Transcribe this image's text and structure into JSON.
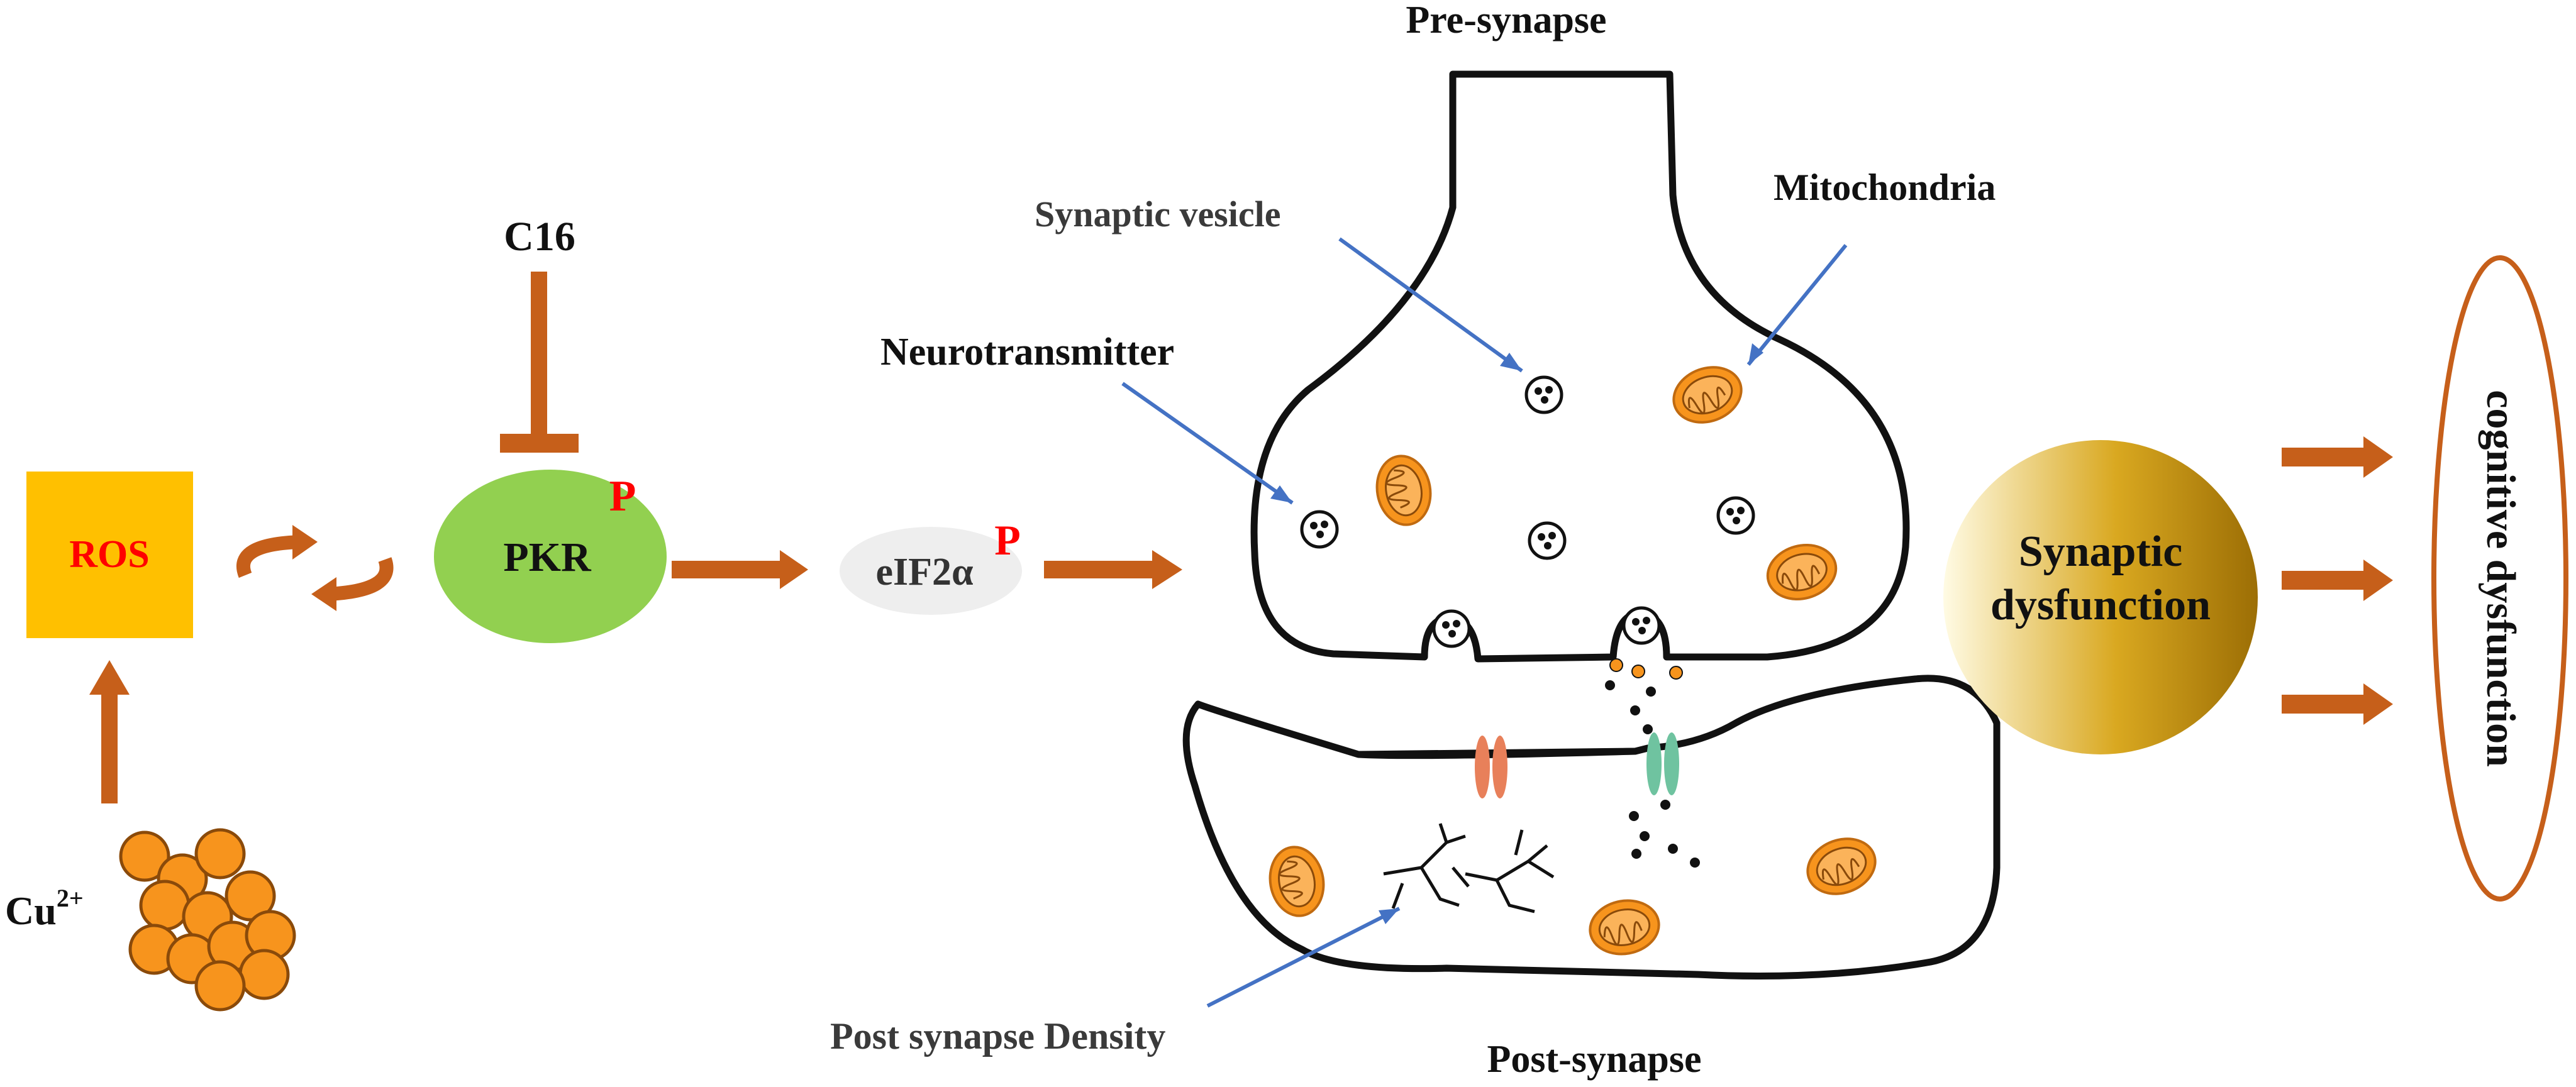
{
  "labels": {
    "pre_synapse": "Pre-synapse",
    "post_synapse": "Post-synapse",
    "c16": "C16",
    "ros": "ROS",
    "pkr": "PKR",
    "phospho_pkr": "P",
    "eif2a": "eIF2α",
    "phospho_eif2a": "P",
    "cu_base": "Cu",
    "cu_sup": "2+",
    "synaptic_vesicle": "Synaptic vesicle",
    "mitochondria": "Mitochondria",
    "neurotransmitter": "Neurotransmitter",
    "post_synapse_density": "Post synapse Density",
    "synaptic_dysfunction_line1": "Synaptic",
    "synaptic_dysfunction_line2": "dysfunction",
    "cognitive_dysfunction": "cognitive dysfunction"
  },
  "colors": {
    "arrow": "#c65f1a",
    "ros_fill": "#ffc000",
    "ros_text": "#ff0000",
    "pkr_fill": "#92d050",
    "phospho": "#ff0000",
    "eif_fill": "#eeeeee",
    "pointer": "#4472c4",
    "copper": "#f7941d",
    "mito": "#f7941d",
    "gold_light": "#fff6c8",
    "gold_dark": "#b8860b",
    "cog_border": "#c65f1a",
    "receptor_orange": "#e8805a",
    "receptor_green": "#6fc3a0"
  }
}
